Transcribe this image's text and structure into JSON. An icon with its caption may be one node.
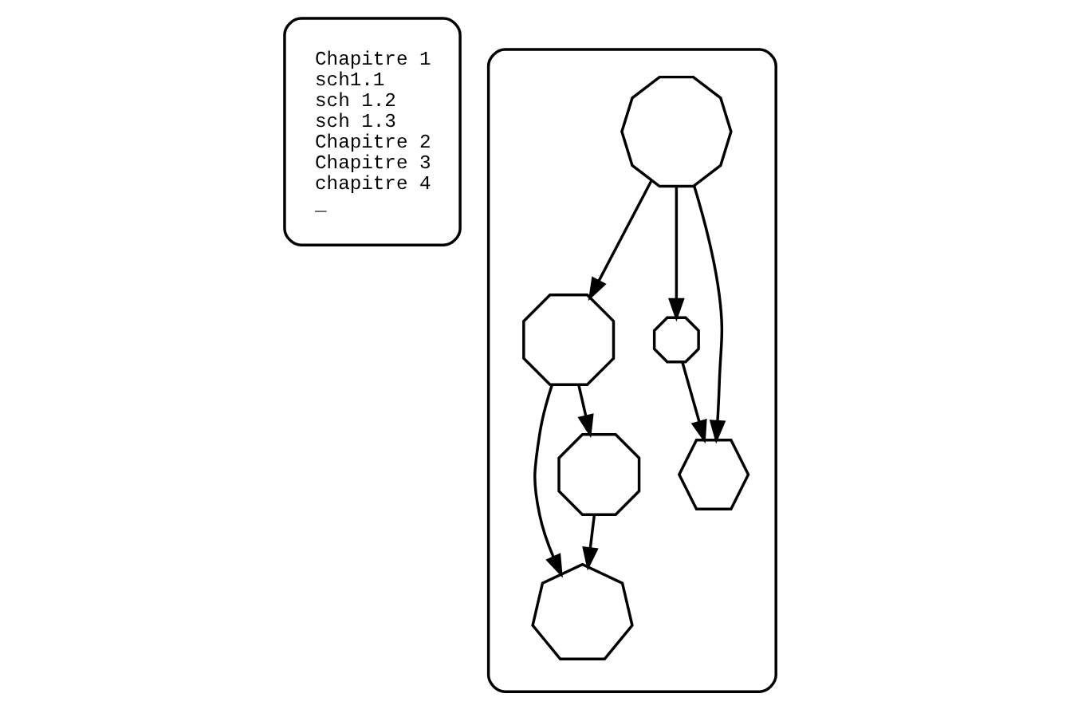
{
  "diagram": {
    "nodes": [
      {
        "text": [
          "Chapitre 1",
          "sch1.1",
          "sch 1.2",
          "sch 1.3",
          "Chapitre 2",
          "Chapitre 3",
          "chapitre 4",
          "_"
        ]
      },
      {
        "text": [],
        "shape": "box"
      },
      {
        "text": [],
        "shape": "decagon",
        "in": 1
      },
      {
        "text": [],
        "shape": "octagon",
        "in": 1
      },
      {
        "text": [],
        "shape": "octagon",
        "in": 1
      },
      {
        "text": [],
        "shape": "hexagon",
        "in": 1
      },
      {
        "text": [],
        "shape": "heptagon",
        "in": 1
      },
      {
        "text": [],
        "shape": "octagon",
        "in": 1
      }
    ],
    "edges": [
      {
        "from": 2,
        "to": 3,
        "arrow": "to"
      },
      {
        "from": 2,
        "to": 4,
        "arrow": "to"
      },
      {
        "from": 2,
        "to": 5,
        "arrow": "to"
      },
      {
        "from": 4,
        "to": 5,
        "arrow": "to"
      },
      {
        "from": 3,
        "to": 6,
        "arrow": "to"
      },
      {
        "from": 3,
        "to": 7,
        "arrow": "to"
      },
      {
        "from": 7,
        "to": 6,
        "arrow": "to"
      }
    ]
  }
}
